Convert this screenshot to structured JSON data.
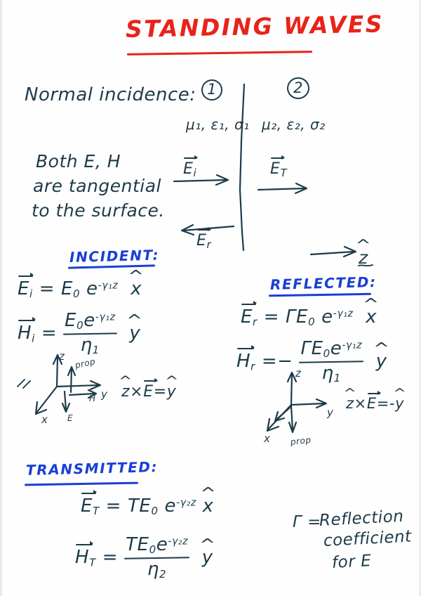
{
  "page": {
    "title": "STANDING WAVES",
    "paper_color": "#fefefe",
    "ink_navy": "#1d3b4a",
    "ink_blue": "#1a3fd4",
    "ink_red": "#e8231a"
  },
  "intro": {
    "topic_label": "Normal incidence:",
    "region_1_marker": "1",
    "region_2_marker": "2",
    "region_1_params": "μ₁, ε₁, σ₁",
    "region_2_params": "μ₂, ε₂, σ₂",
    "note_line_1": "Both E, H",
    "note_line_2": "are tangential",
    "note_line_3": "to the surface."
  },
  "wave_arrows": {
    "incident_label": "E",
    "incident_sub": "i",
    "transmitted_label": "E",
    "transmitted_sub": "T",
    "reflected_label": "E",
    "reflected_sub": "r",
    "axis_label": "z"
  },
  "sections": {
    "incident": {
      "heading": "INCIDENT:",
      "eq_E": {
        "lhs": "E",
        "lhs_sub": "i",
        "rhs_amp": "E",
        "rhs_amp_sub": "0",
        "exp_base": "e",
        "exponent": "-γ₁z",
        "unit_vector": "x"
      },
      "eq_H": {
        "lhs": "H",
        "lhs_sub": "i",
        "numerator_amp": "E",
        "numerator_amp_sub": "0",
        "exp_base": "e",
        "exponent": "-γ₁z",
        "denominator": "η",
        "denominator_sub": "1",
        "unit_vector": "y"
      },
      "axes": {
        "z": "z",
        "y": "y",
        "x": "x",
        "prop": "prop",
        "H": "H",
        "E": "E"
      },
      "cross_product": "z × E = y",
      "cross_parts": {
        "a": "z",
        "op": "×",
        "b": "E",
        "eq": "=",
        "result": "y",
        "sign": ""
      }
    },
    "reflected": {
      "heading": "REFLECTED:",
      "eq_E": {
        "lhs": "E",
        "lhs_sub": "r",
        "coefficient": "Γ",
        "rhs_amp": "E",
        "rhs_amp_sub": "0",
        "exp_base": "e",
        "exponent": "-γ₁z",
        "unit_vector": "x"
      },
      "eq_H": {
        "lhs": "H",
        "lhs_sub": "r",
        "sign": "−",
        "coefficient": "Γ",
        "numerator_amp": "E",
        "numerator_amp_sub": "0",
        "exp_base": "e",
        "exponent": "-γ₁z",
        "denominator": "η",
        "denominator_sub": "1",
        "unit_vector": "y"
      },
      "axes": {
        "z": "z",
        "y": "y",
        "x": "x",
        "prop": "prop"
      },
      "cross_product": "z × E = -y",
      "cross_parts": {
        "a": "z",
        "op": "×",
        "b": "E",
        "eq": "=",
        "result": "y",
        "sign": "-"
      }
    },
    "transmitted": {
      "heading": "TRANSMITTED:",
      "eq_E": {
        "lhs": "E",
        "lhs_sub": "T",
        "coefficient": "T",
        "rhs_amp": "E",
        "rhs_amp_sub": "0",
        "exp_base": "e",
        "exponent": "-γ₂z",
        "unit_vector": "x"
      },
      "eq_H": {
        "lhs": "H",
        "lhs_sub": "T",
        "coefficient": "T",
        "numerator_amp": "E",
        "numerator_amp_sub": "0",
        "exp_base": "e",
        "exponent": "-γ₂z",
        "denominator": "η",
        "denominator_sub": "2",
        "unit_vector": "y"
      }
    }
  },
  "definition": {
    "symbol": "Γ =",
    "line_1": "Reflection",
    "line_2": "coefficient",
    "line_3": "for E",
    "trailing": "."
  }
}
